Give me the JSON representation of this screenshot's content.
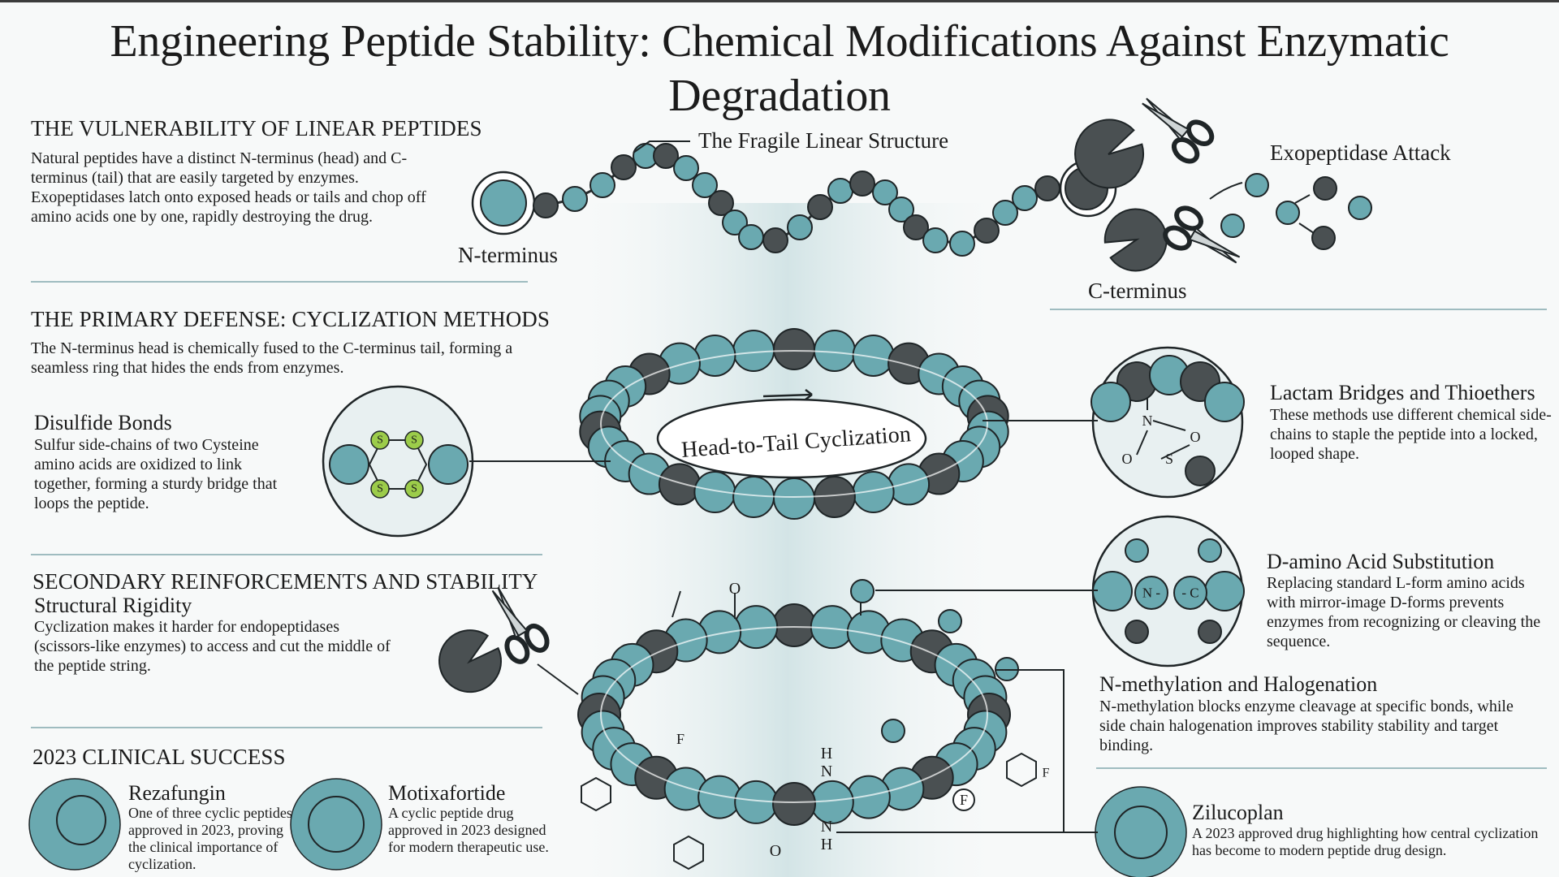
{
  "title": "Engineering Peptide Stability: Chemical Modifications Against Enzymatic Degradation",
  "vulnerability": {
    "heading": "THE VULNERABILITY OF LINEAR PEPTIDES",
    "body": "Natural peptides have a distinct N-terminus (head) and C-terminus (tail) that are easily targeted by enzymes. Exopeptidases latch onto exposed heads or tails and chop off amino acids one by one, rapidly destroying the drug."
  },
  "linear": {
    "structure_label": "The Fragile Linear Structure",
    "n_terminus": "N-terminus",
    "c_terminus": "C-terminus",
    "attack_label": "Exopeptidase Attack"
  },
  "cyclization": {
    "heading": "THE PRIMARY DEFENSE: CYCLIZATION METHODS",
    "body": "The N-terminus head is chemically fused to the C-terminus tail, forming a seamless ring that hides the ends from enzymes.",
    "ring_label": "Head-to-Tail Cyclization"
  },
  "disulfide": {
    "title": "Disulfide Bonds",
    "body": "Sulfur side-chains of two Cysteine amino acids are oxidized to link together, forming a sturdy bridge that loops the peptide.",
    "atom": "S"
  },
  "lactam": {
    "title": "Lactam Bridges and Thioethers",
    "body": "These methods use different chemical side-chains to staple the peptide into a locked, looped shape.",
    "atoms": {
      "n": "N",
      "o1": "O",
      "o2": "O",
      "s": "S"
    }
  },
  "secondary": {
    "heading": "SECONDARY REINFORCEMENTS AND STABILITY",
    "subheading": "Structural Rigidity",
    "body": "Cyclization makes it harder for endopeptidases (scissors-like enzymes) to access and cut the middle of the peptide string."
  },
  "damino": {
    "title": "D-amino Acid Substitution",
    "body": "Replacing standard L-form amino acids with mirror-image D-forms prevents enzymes from recognizing or cleaving the sequence.",
    "n_label": "N -",
    "c_label": "- C"
  },
  "nmethyl": {
    "title": "N-methylation and Halogenation",
    "body": "N-methylation blocks enzyme cleavage at specific bonds, while side chain halogenation improves stability stability and target binding."
  },
  "ring_atoms": {
    "f": "F",
    "h": "H",
    "n": "N",
    "o": "O"
  },
  "clinical": {
    "heading": "2023 CLINICAL SUCCESS",
    "drugs": [
      {
        "name": "Rezafungin",
        "body": "One of three cyclic peptides approved in 2023, proving the clinical importance of cyclization."
      },
      {
        "name": "Motixafortide",
        "body": "A cyclic peptide drug approved in 2023 designed for modern therapeutic use."
      },
      {
        "name": "Zilucoplan",
        "body": "A 2023 approved drug highlighting how central cyclization has become to modern peptide drug design."
      }
    ]
  },
  "colors": {
    "teal": "#6aa9b0",
    "dark": "#4a5052",
    "green": "#9ccc4a",
    "rule": "#9fbcc0",
    "glow": "#d9e8ea"
  }
}
